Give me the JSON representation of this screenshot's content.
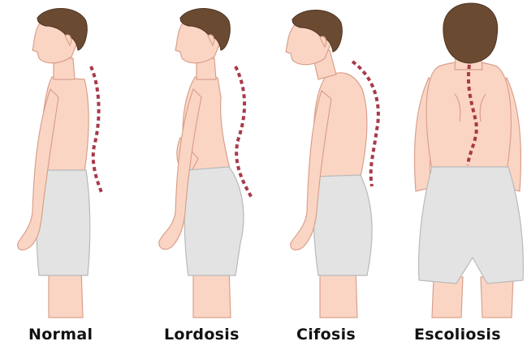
{
  "figures": [
    {
      "id": "normal",
      "label": "Normal"
    },
    {
      "id": "lordosis",
      "label": "Lordosis"
    },
    {
      "id": "cifosis",
      "label": "Cifosis"
    },
    {
      "id": "escoliosis",
      "label": "Escoliosis"
    }
  ],
  "colors": {
    "skin": "#fbd5c4",
    "skin_line": "#d9a08c",
    "hair": "#6b4a32",
    "shorts": "#e3e3e3",
    "shorts_line": "#b9b9b9",
    "spine": "#a8394a",
    "label": "#111111"
  }
}
